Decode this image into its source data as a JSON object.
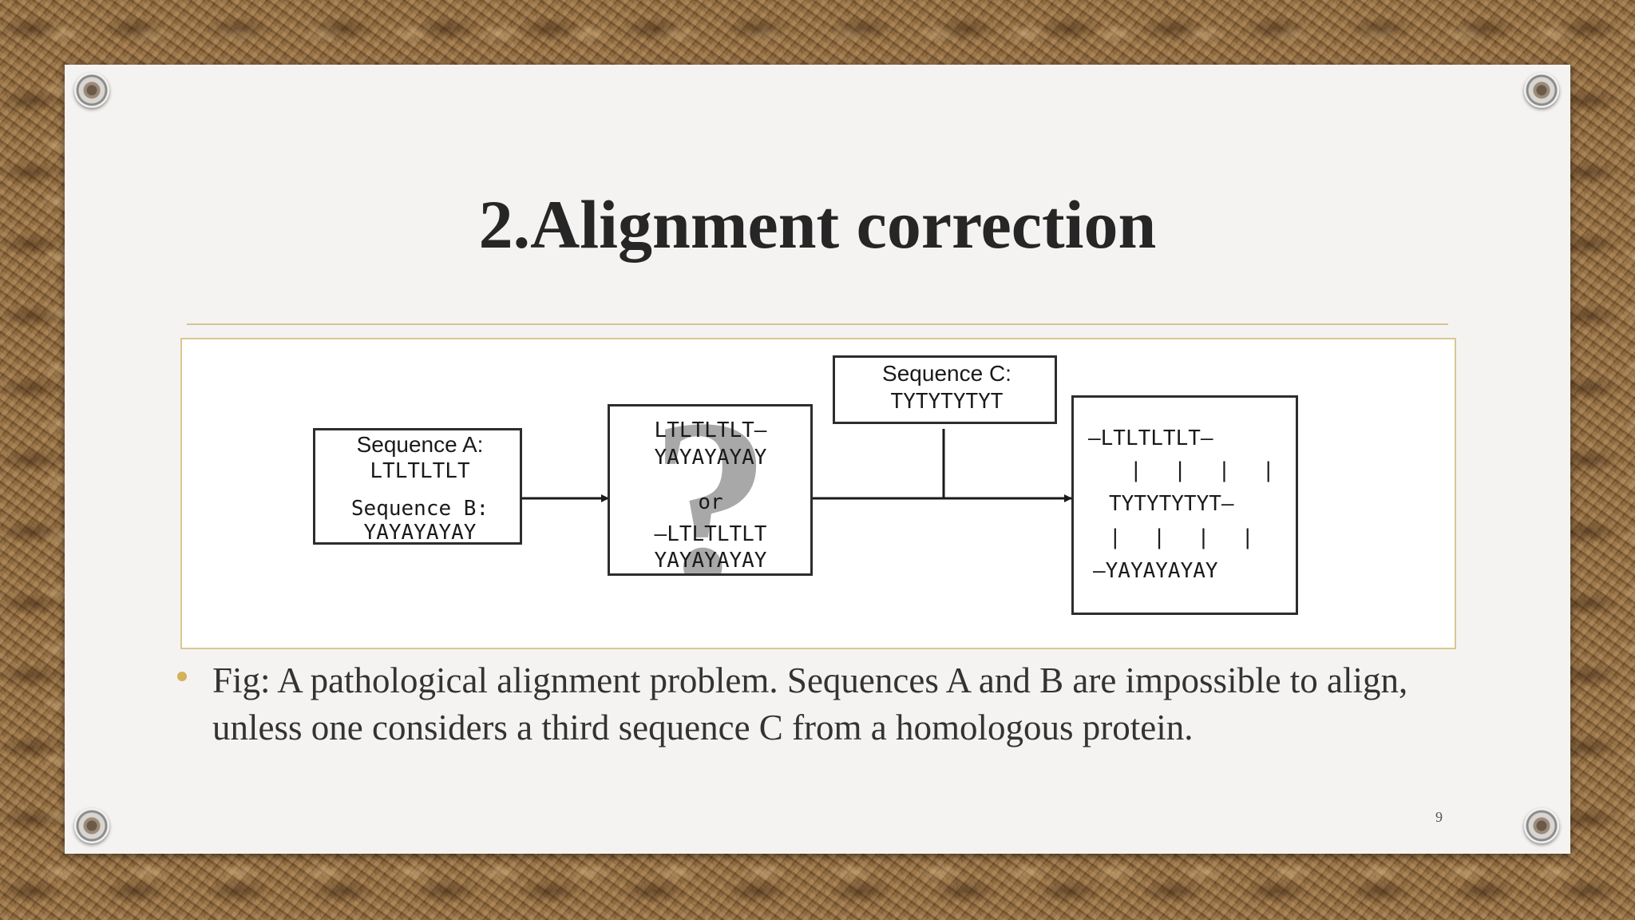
{
  "slide": {
    "title": "2.Alignment correction",
    "caption": "Fig: A pathological alignment problem. Sequences A and B are impossible to align, unless one considers a third sequence C from a homologous protein.",
    "page_number": "9"
  },
  "figure": {
    "box_ab": {
      "seq_a_label": "Sequence A:",
      "seq_a_value": "LTLTLTLT",
      "seq_b_label": "Sequence B:",
      "seq_b_value": "YAYAYAYAY"
    },
    "box_question": {
      "line1": "LTLTLTLT–",
      "line2": "YAYAYAYAY",
      "or": "or",
      "line3": "–LTLTLTLT",
      "line4": "YAYAYAYAY",
      "symbol": "?"
    },
    "box_c": {
      "label": "Sequence C:",
      "value": "TYTYTYTYT"
    },
    "box_result": {
      "line1": "–LTLTLTLT–",
      "bars1": "| | | |",
      "line2": "TYTYTYTYT–",
      "bars2": "| | | |",
      "line3": "–YAYAYAYAY"
    }
  }
}
